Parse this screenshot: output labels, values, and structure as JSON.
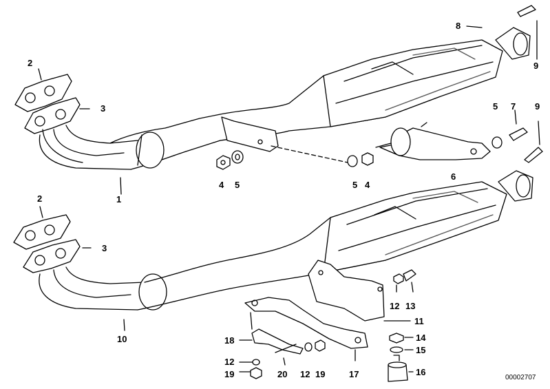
{
  "diagram_code": "00002707",
  "labels": {
    "l1": "1",
    "l2a": "2",
    "l2b": "2",
    "l3a": "3",
    "l3b": "3",
    "l4a": "4",
    "l4b": "4",
    "l5a": "5",
    "l5b": "5",
    "l5c": "5",
    "l6": "6",
    "l7": "7",
    "l8": "8",
    "l9a": "9",
    "l9b": "9",
    "l10": "10",
    "l11": "11",
    "l12a": "12",
    "l12b": "12",
    "l12c": "12",
    "l13": "13",
    "l14": "14",
    "l15": "15",
    "l16": "16",
    "l17": "17",
    "l18": "18",
    "l19a": "19",
    "l19b": "19",
    "l20": "20"
  },
  "colors": {
    "line": "#000000",
    "shade": "#555555",
    "background": "#ffffff"
  }
}
